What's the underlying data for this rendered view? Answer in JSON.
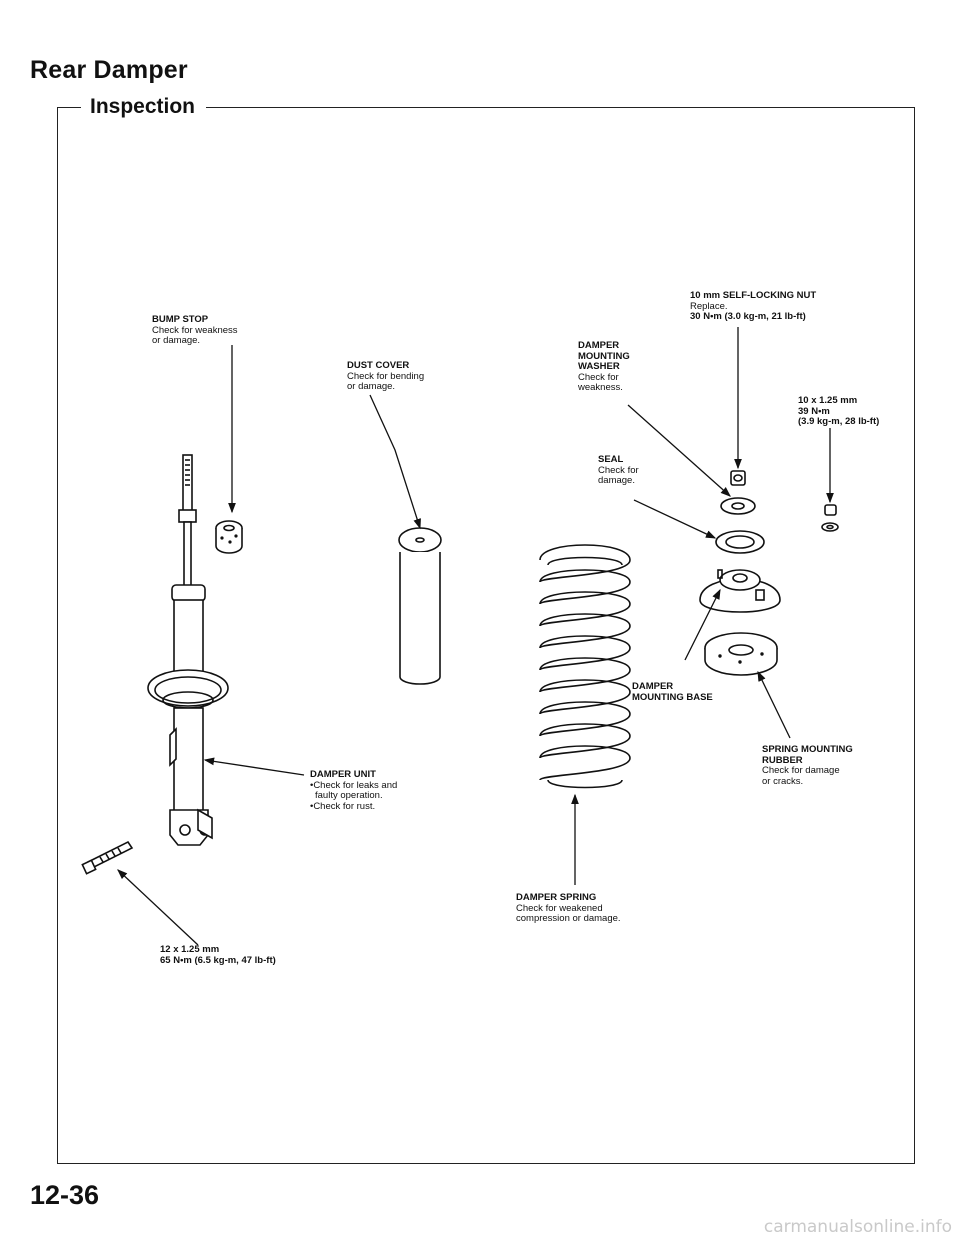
{
  "header": {
    "title": "Rear Damper",
    "section": "Inspection"
  },
  "callouts": {
    "bump_stop": [
      "BUMP STOP",
      "Check for weakness",
      "or damage."
    ],
    "dust_cover": [
      "DUST COVER",
      "Check for bending",
      "or damage."
    ],
    "self_lock_nut": [
      "10 mm SELF-LOCKING NUT",
      "Replace.",
      "30 N•m (3.0 kg-m, 21 lb-ft)"
    ],
    "mount_washer": [
      "DAMPER",
      "MOUNTING",
      "WASHER",
      "Check for",
      "weakness."
    ],
    "bolt_10": [
      "10 x 1.25 mm",
      "39 N•m",
      "(3.9 kg-m, 28 lb-ft)"
    ],
    "seal": [
      "SEAL",
      "Check for",
      "damage."
    ],
    "mount_base": [
      "DAMPER",
      "MOUNTING BASE"
    ],
    "spring_rubber": [
      "SPRING MOUNTING",
      "RUBBER",
      "Check for damage",
      "or cracks."
    ],
    "damper_unit": [
      "DAMPER UNIT",
      "•Check for leaks and",
      "faulty operation.",
      "•Check for rust."
    ],
    "damper_spring": [
      "DAMPER SPRING",
      "Check for weakened",
      "compression or damage."
    ],
    "bolt_12": [
      "12 x 1.25 mm",
      "65 N•m (6.5 kg-m, 47 lb-ft)"
    ]
  },
  "footer": {
    "page_number": "12-36",
    "watermark": "carmanualsonline.info"
  }
}
